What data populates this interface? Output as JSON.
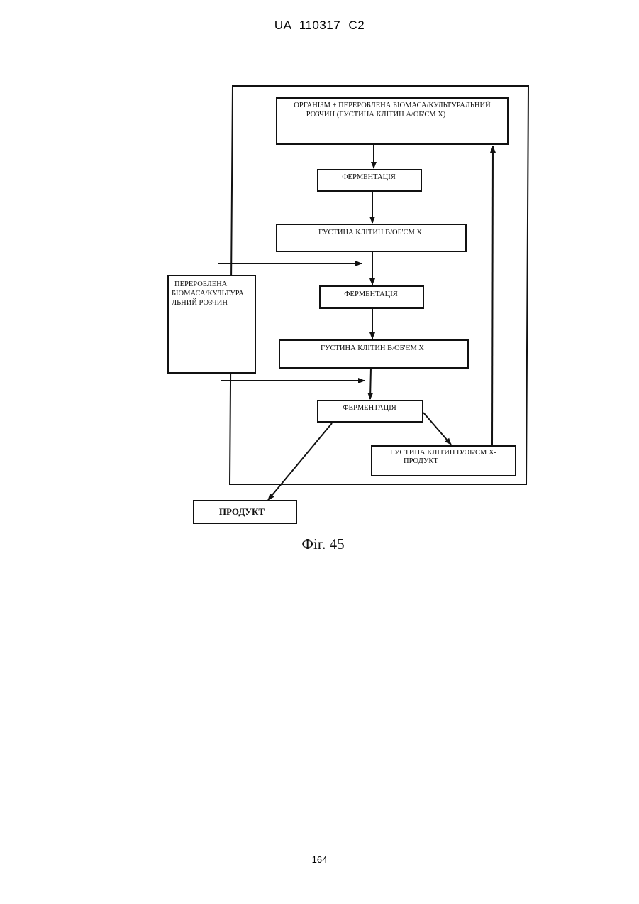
{
  "header": {
    "doc_id": "UA  110317  C2"
  },
  "diagram": {
    "nodes": {
      "start": {
        "line1": "ОРГАНІЗМ + ПЕРЕРОБЛЕНА БІОМАСА/КУЛЬТУРАЛЬНИЙ",
        "line2": "РОЗЧИН (ГУСТИНА КЛІТИН А/ОБ'ЄМ Х)"
      },
      "ferm1": {
        "label": "ФЕРМЕНТАЦІЯ"
      },
      "dens_b1": {
        "label": "ГУСТИНА КЛІТИН В/ОБ'ЄМ Х"
      },
      "feed": {
        "line1": "ПЕРЕРОБЛЕНА",
        "line2": "БІОМАСА/КУЛЬТУРА",
        "line3": "ЛЬНИЙ РОЗЧИН"
      },
      "ferm2": {
        "label": "ФЕРМЕНТАЦІЯ"
      },
      "dens_b2": {
        "label": "ГУСТИНА КЛІТИН В/ОБ'ЄМ Х"
      },
      "ferm3": {
        "label": "ФЕРМЕНТАЦІЯ"
      },
      "dens_d": {
        "line1": "ГУСТИНА КЛІТИН D/ОБ'ЄМ Х-",
        "line2": "ПРОДУКТ"
      },
      "product": {
        "label": "ПРОДУКТ"
      }
    }
  },
  "caption": "Фіг. 45",
  "footer": {
    "page_number": "164"
  }
}
